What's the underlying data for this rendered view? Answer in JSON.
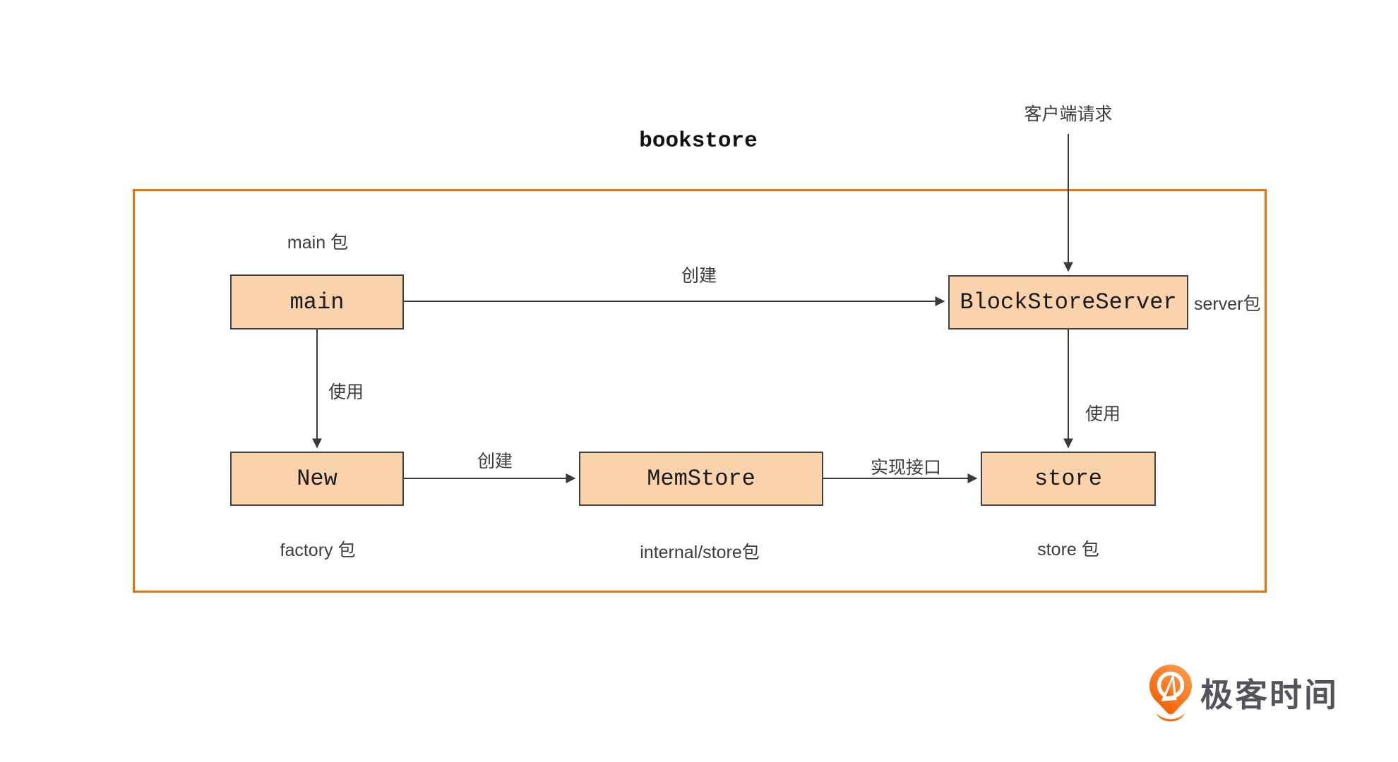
{
  "title": "bookstore",
  "annotations": {
    "client_request": "客户端请求"
  },
  "nodes": {
    "main": "main",
    "block_store_server": "BlockStoreServer",
    "new": "New",
    "mem_store": "MemStore",
    "store": "store"
  },
  "package_labels": {
    "main_pkg": "main 包",
    "server_pkg": "server包",
    "factory_pkg": "factory 包",
    "internal_store_pkg": "internal/store包",
    "store_pkg": "store 包"
  },
  "edge_labels": {
    "create_top": "创建",
    "use_left": "使用",
    "create_bottom": "创建",
    "implement_interface": "实现接口",
    "use_right": "使用"
  },
  "logo": {
    "text": "极客时间"
  },
  "colors": {
    "container_border": "#E7710B",
    "node_fill": "#FAD2AB",
    "node_border": "#424242",
    "arrow": "#3A3A3A",
    "label_text": "#3C3C3E",
    "node_text": "#1A1A1A",
    "logo_orange": "#F06000",
    "logo_text": "#56525B"
  }
}
